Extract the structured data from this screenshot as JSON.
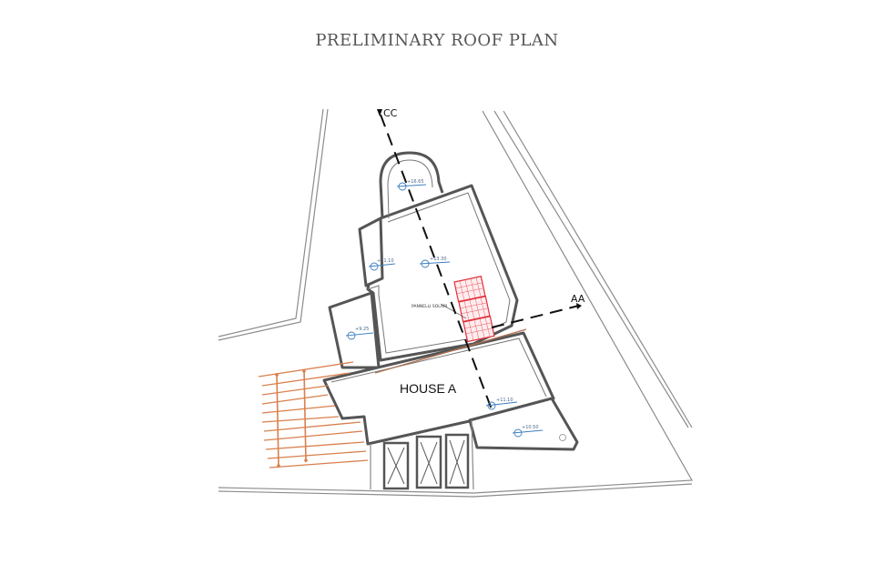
{
  "title": "PRELIMINARY ROOF PLAN",
  "labels": {
    "house": "HOUSE A",
    "section_aa": "AA",
    "section_cc": "CC",
    "pv_label": "PANNELLI SOLARI"
  },
  "levels": [
    {
      "id": "lvl-tower",
      "text": "+16.65"
    },
    {
      "id": "lvl-main",
      "text": "+13.30"
    },
    {
      "id": "lvl-left-upper",
      "text": "+11.10"
    },
    {
      "id": "lvl-left-lower",
      "text": "+9.25"
    },
    {
      "id": "lvl-house",
      "text": "+11.10"
    },
    {
      "id": "lvl-right",
      "text": "+10.50"
    }
  ],
  "colors": {
    "wall": "#555555",
    "boundary": "#8c8c8c",
    "section_line": "#111111",
    "solar": "#e0303a",
    "pergola": "#d9804d",
    "level_marker": "#3d7ec0"
  }
}
